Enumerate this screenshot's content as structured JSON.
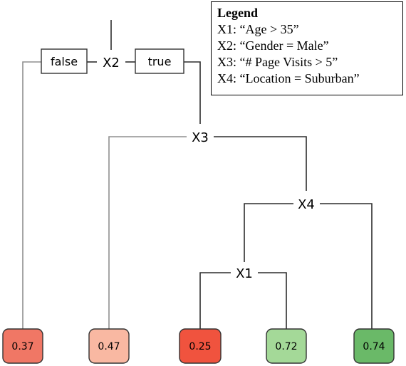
{
  "legend": {
    "title": "Legend",
    "items": [
      {
        "key": "X1",
        "text": "“Age > 35”"
      },
      {
        "key": "X2",
        "text": "“Gender = Male”"
      },
      {
        "key": "X3",
        "text": "“# Page Visits > 5”"
      },
      {
        "key": "X4",
        "text": "“Location = Suburban”"
      }
    ]
  },
  "branches": {
    "false_label": "false",
    "true_label": "true"
  },
  "nodes": {
    "root": "X2",
    "level2": "X3",
    "level3": "X4",
    "level4": "X1"
  },
  "leaves": [
    {
      "value": "0.37",
      "color": "#f07765"
    },
    {
      "value": "0.47",
      "color": "#f9b8a2"
    },
    {
      "value": "0.25",
      "color": "#f0533e"
    },
    {
      "value": "0.72",
      "color": "#a4d998"
    },
    {
      "value": "0.74",
      "color": "#6ab968"
    }
  ],
  "colors": {
    "edge": "#2d2d2d",
    "edge_light": "#8f8f8f",
    "box_border": "#333333"
  }
}
